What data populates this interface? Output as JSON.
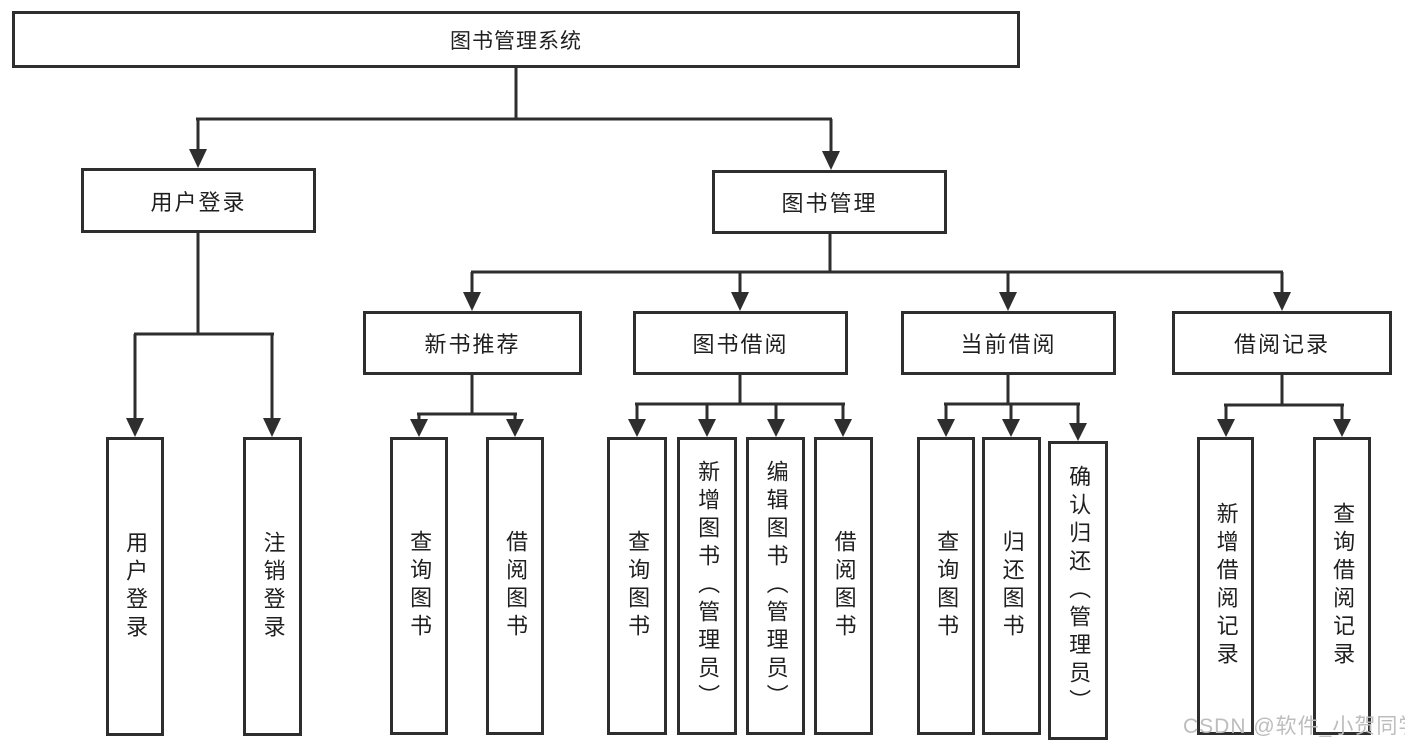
{
  "title": "图书管理系统",
  "watermark": "CSDN @软件_小贺同学",
  "colors": {
    "line": "#2e2e2e",
    "text": "#1f1f1f",
    "background": "#ffffff",
    "watermark": "#bdbdbd"
  },
  "nodes": {
    "root": "图书管理系统",
    "level2": {
      "user_login": "用户登录",
      "book_mgmt": "图书管理"
    },
    "level3": {
      "new_book": "新书推荐",
      "book_borrow": "图书借阅",
      "current_borrow": "当前借阅",
      "borrow_record": "借阅记录"
    },
    "leaves": {
      "user_login": [
        "用户登录",
        "注销登录"
      ],
      "new_book": [
        "查询图书",
        "借阅图书"
      ],
      "book_borrow": [
        "查询图书",
        "新增图书（管理员）",
        "编辑图书（管理员）",
        "借阅图书"
      ],
      "current_borrow": [
        "查询图书",
        "归还图书",
        "确认归还（管理员）"
      ],
      "borrow_record": [
        "新增借阅记录",
        "查询借阅记录"
      ]
    }
  }
}
